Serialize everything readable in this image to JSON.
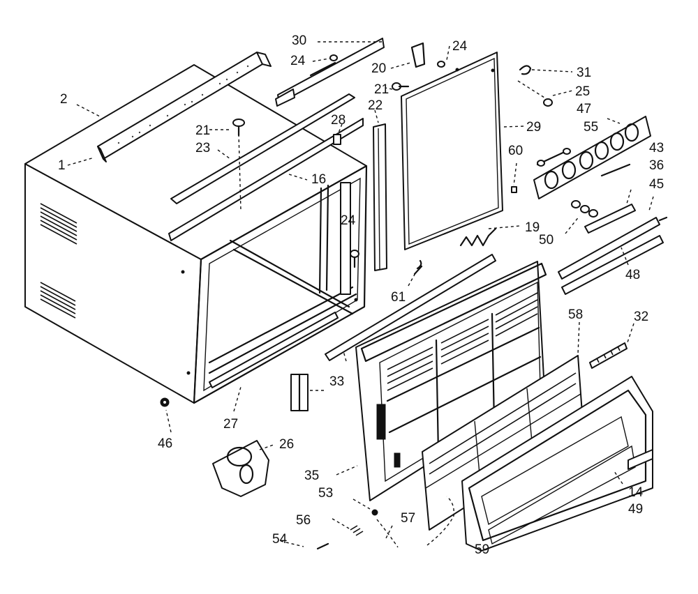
{
  "diagram": {
    "part_labels": [
      {
        "id": "p1",
        "text": "1"
      },
      {
        "id": "p2",
        "text": "2"
      },
      {
        "id": "p30",
        "text": "30"
      },
      {
        "id": "p24a",
        "text": "24"
      },
      {
        "id": "p24b",
        "text": "24"
      },
      {
        "id": "p24c",
        "text": "24"
      },
      {
        "id": "p20",
        "text": "20"
      },
      {
        "id": "p21a",
        "text": "21"
      },
      {
        "id": "p21b",
        "text": "21"
      },
      {
        "id": "p22",
        "text": "22"
      },
      {
        "id": "p28",
        "text": "28"
      },
      {
        "id": "p23",
        "text": "23"
      },
      {
        "id": "p16",
        "text": "16"
      },
      {
        "id": "p31",
        "text": "31"
      },
      {
        "id": "p25",
        "text": "25"
      },
      {
        "id": "p47",
        "text": "47"
      },
      {
        "id": "p29",
        "text": "29"
      },
      {
        "id": "p55",
        "text": "55"
      },
      {
        "id": "p60",
        "text": "60"
      },
      {
        "id": "p43",
        "text": "43"
      },
      {
        "id": "p36",
        "text": "36"
      },
      {
        "id": "p45",
        "text": "45"
      },
      {
        "id": "p19",
        "text": "19"
      },
      {
        "id": "p50",
        "text": "50"
      },
      {
        "id": "p48",
        "text": "48"
      },
      {
        "id": "p61",
        "text": "61"
      },
      {
        "id": "p58",
        "text": "58"
      },
      {
        "id": "p32",
        "text": "32"
      },
      {
        "id": "p33",
        "text": "33"
      },
      {
        "id": "p27",
        "text": "27"
      },
      {
        "id": "p46",
        "text": "46"
      },
      {
        "id": "p26",
        "text": "26"
      },
      {
        "id": "p35",
        "text": "35"
      },
      {
        "id": "p53",
        "text": "53"
      },
      {
        "id": "p56",
        "text": "56"
      },
      {
        "id": "p57",
        "text": "57"
      },
      {
        "id": "p54",
        "text": "54"
      },
      {
        "id": "p59",
        "text": "59"
      },
      {
        "id": "p14",
        "text": "14"
      },
      {
        "id": "p49",
        "text": "49"
      }
    ]
  }
}
